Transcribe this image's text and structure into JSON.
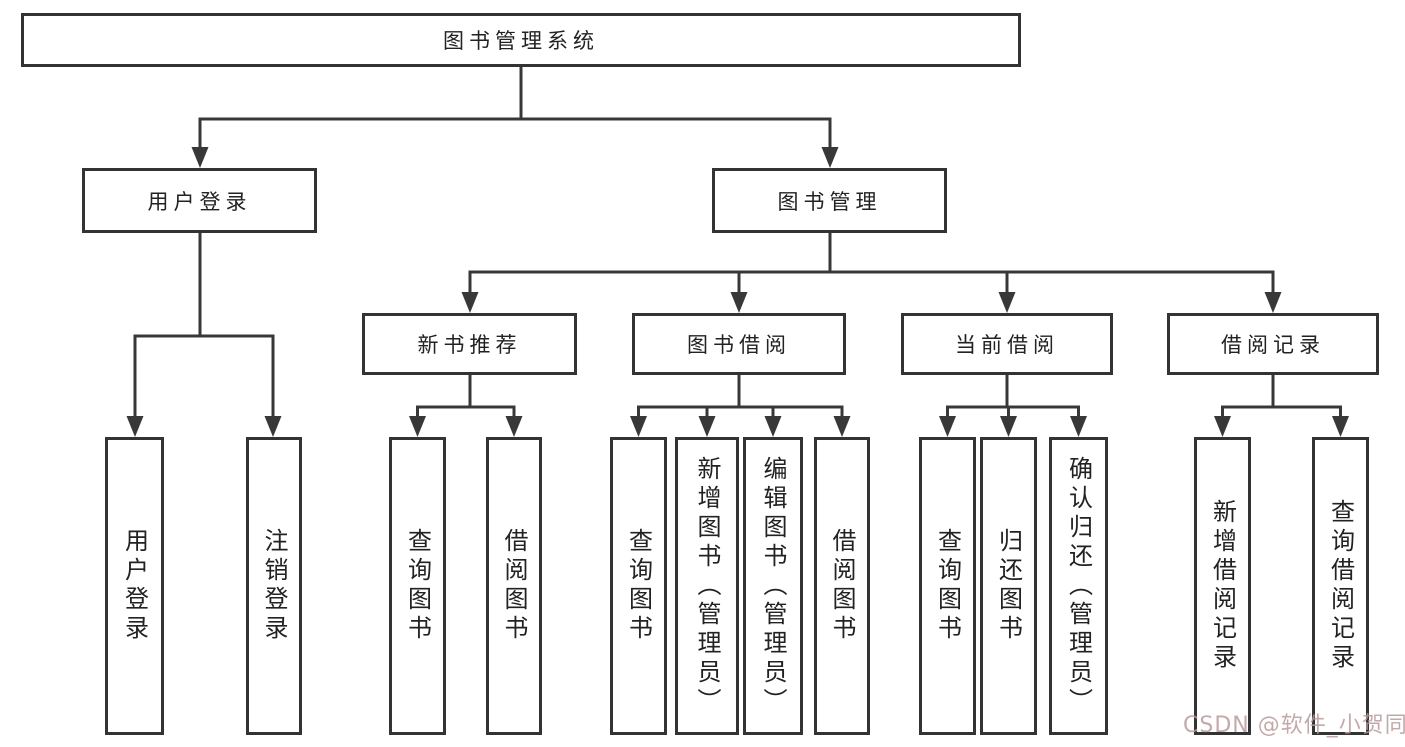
{
  "diagram": {
    "title": "图书管理系统",
    "nodes": {
      "user_login": "用户登录",
      "book_management": "图书管理",
      "new_book_recommend": "新书推荐",
      "book_borrowing": "图书借阅",
      "current_borrowing": "当前借阅",
      "borrowing_records": "借阅记录"
    },
    "leaves": {
      "user_login": "用户登录",
      "logout": "注销登录",
      "recommend_query_books": "查询图书",
      "recommend_borrow_books": "借阅图书",
      "borrowing_query_books": "查询图书",
      "borrowing_add_books_admin": "新增图书（管理员）",
      "borrowing_edit_books_admin": "编辑图书（管理员）",
      "borrowing_borrow_books": "借阅图书",
      "current_query_books": "查询图书",
      "current_return_books": "归还图书",
      "current_confirm_return_admin": "确认归还（管理员）",
      "records_add_record": "新增借阅记录",
      "records_query_record": "查询借阅记录"
    }
  },
  "watermark": {
    "text": "CSDN @软件_小贺同学"
  },
  "colors": {
    "line": "#383838",
    "box_border": "#333333",
    "text": "#222222",
    "watermark": "#b89b9b",
    "background": "#ffffff"
  }
}
